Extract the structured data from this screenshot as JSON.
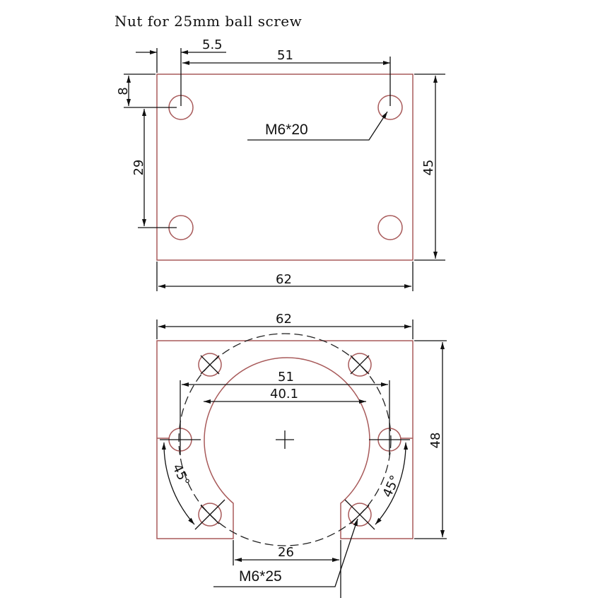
{
  "title": "Nut for 25mm ball screw",
  "top_view": {
    "dim_offset_x": "5.5",
    "dim_hole_spacing_x": "51",
    "dim_offset_y": "8",
    "dim_hole_spacing_y": "29",
    "dim_height": "45",
    "dim_width": "62",
    "hole_callout": "M6*20"
  },
  "bottom_view": {
    "dim_width": "62",
    "dim_pcd": "51",
    "dim_bore": "40.1",
    "dim_height": "48",
    "dim_slot": "26",
    "angle_left": "45°",
    "angle_right": "45°",
    "hole_callout": "M6*25"
  },
  "colors": {
    "part_outline": "#a85a5a",
    "dimension": "#111111"
  }
}
